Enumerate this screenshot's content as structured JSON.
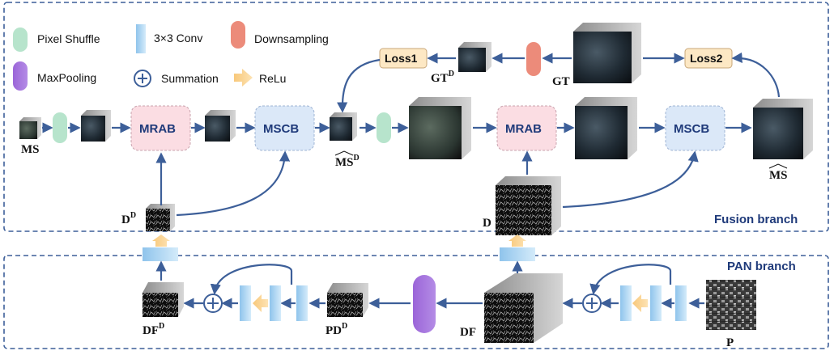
{
  "legend": {
    "pixel_shuffle": "Pixel Shuffle",
    "conv": "3×3 Conv",
    "downsampling": "Downsampling",
    "maxpooling": "MaxPooling",
    "summation": "Summation",
    "relu": "ReLu"
  },
  "branches": {
    "fusion": "Fusion branch",
    "pan": "PAN branch"
  },
  "modules": {
    "mrab": "MRAB",
    "mscb": "MSCB"
  },
  "losses": {
    "loss1": "Loss1",
    "loss2": "Loss2"
  },
  "labels": {
    "ms": "MS",
    "ms_hat_d": "MS",
    "ms_hat_d_sup": "D",
    "ms_hat": "MS",
    "gt": "GT",
    "gt_d": "GT",
    "gt_d_sup": "D",
    "d": "D",
    "d_d": "D",
    "d_d_sup": "D",
    "df": "DF",
    "df_d": "DF",
    "df_d_sup": "D",
    "pd_d": "PD",
    "pd_d_sup": "D",
    "p": "P"
  },
  "colors": {
    "pixel_shuffle": "#b7e4cc",
    "conv": "#a9d2ee",
    "downsampling": "#ec8b7a",
    "maxpooling": "#9d6fd6",
    "mrab_fill": "#fbdde3",
    "mscb_fill": "#dbe8f8",
    "loss_fill": "#fde8c4",
    "arrow": "#3d5f99",
    "relu": "#f7c878"
  }
}
